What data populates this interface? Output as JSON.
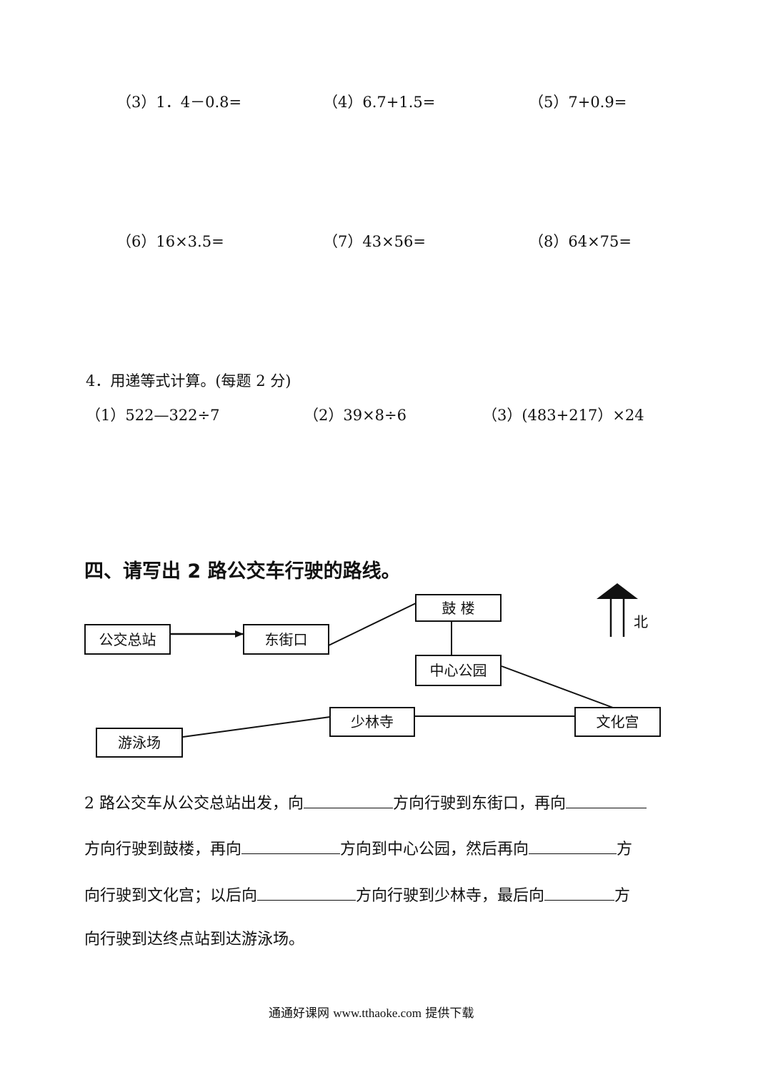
{
  "problems": {
    "row1": [
      "（3）1．4－0.8=",
      "（4）6.7+1.5=",
      "（5）7+0.9="
    ],
    "row2": [
      "（6）16×3.5=",
      "（7）43×56=",
      "（8）64×75="
    ]
  },
  "section4": {
    "title": "4．用递等式计算。(每题 2 分)",
    "items": [
      "（1）522—322÷7",
      "（2）39×8÷6",
      "（3）(483+217）×24"
    ]
  },
  "part4": {
    "heading": "四、请写出 2 路公交车行驶的路线。",
    "north_label": "北",
    "stops": {
      "gongjiao_zongzhan": "公交总站",
      "dongjiekou": "东街口",
      "gulou": "鼓  楼",
      "zhongxin_gongyuan": "中心公园",
      "wenhuagong": "文化宫",
      "shaolinsi": "少林寺",
      "youyongchang": "游泳场"
    },
    "paragraph": {
      "line1_a": "2 路公交车从公交总站出发，向",
      "line1_b": "方向行驶到东街口，再向",
      "line2_a": "方向行驶到鼓楼，再向",
      "line2_b": "方向到中心公园，然后再向",
      "line2_c": "方",
      "line3_a": "向行驶到文化宫；以后向",
      "line3_b": "方向行驶到少林寺，最后向",
      "line3_c": "方",
      "line4": "向行驶到达终点站到达游泳场。"
    }
  },
  "footer": {
    "site": "通通好课网",
    "url": "www.tthaoke.com",
    "suffix": "提供下载"
  }
}
